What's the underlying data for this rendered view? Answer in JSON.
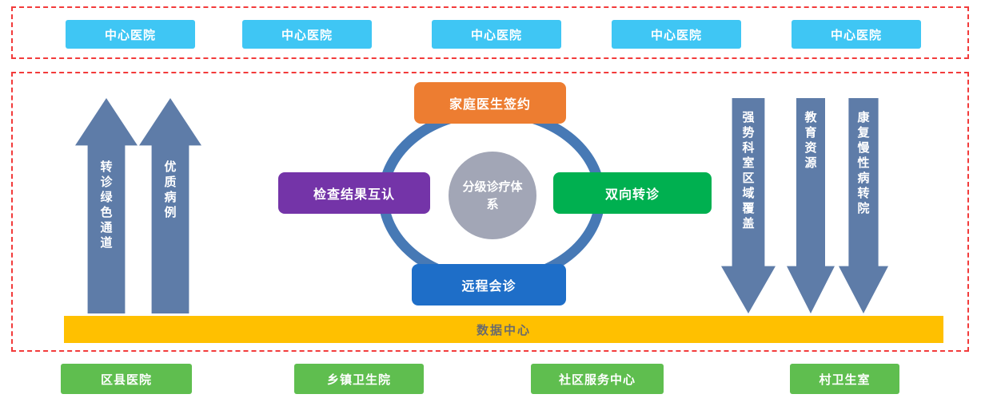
{
  "top_row": {
    "items": [
      {
        "label": "中心医院"
      },
      {
        "label": "中心医院"
      },
      {
        "label": "中心医院"
      },
      {
        "label": "中心医院"
      },
      {
        "label": "中心医院"
      }
    ]
  },
  "hub": {
    "center_label": "分级诊疗体系",
    "top_label": "家庭医生签约",
    "left_label": "检查结果互认",
    "right_label": "双向转诊",
    "bottom_label": "远程会诊"
  },
  "left_arrows": {
    "items": [
      {
        "label": "转诊绿色通道",
        "direction": "up"
      },
      {
        "label": "优质病例",
        "direction": "up"
      }
    ]
  },
  "right_arrows": {
    "items": [
      {
        "label": "强势科室区域覆盖",
        "direction": "down"
      },
      {
        "label": "教育资源",
        "direction": "down"
      },
      {
        "label": "康复慢性病转院",
        "direction": "down"
      }
    ]
  },
  "data_center": {
    "label": "数据中心"
  },
  "bottom_row": {
    "items": [
      {
        "label": "区县医院"
      },
      {
        "label": "乡镇卫生院"
      },
      {
        "label": "社区服务中心"
      },
      {
        "label": "村卫生室"
      }
    ]
  },
  "colors": {
    "top_box": "#3fc6f4",
    "bottom_box": "#5fbe4f",
    "arrow": "#5e7ca8",
    "ring": "#4779b5",
    "hub_circle": "#a2a6b6",
    "node_top": "#ed7d31",
    "node_left": "#7434a8",
    "node_right": "#00b050",
    "node_bottom": "#1e6ec8",
    "data_bar": "#ffc000",
    "dashed_border": "#f23b3b"
  }
}
